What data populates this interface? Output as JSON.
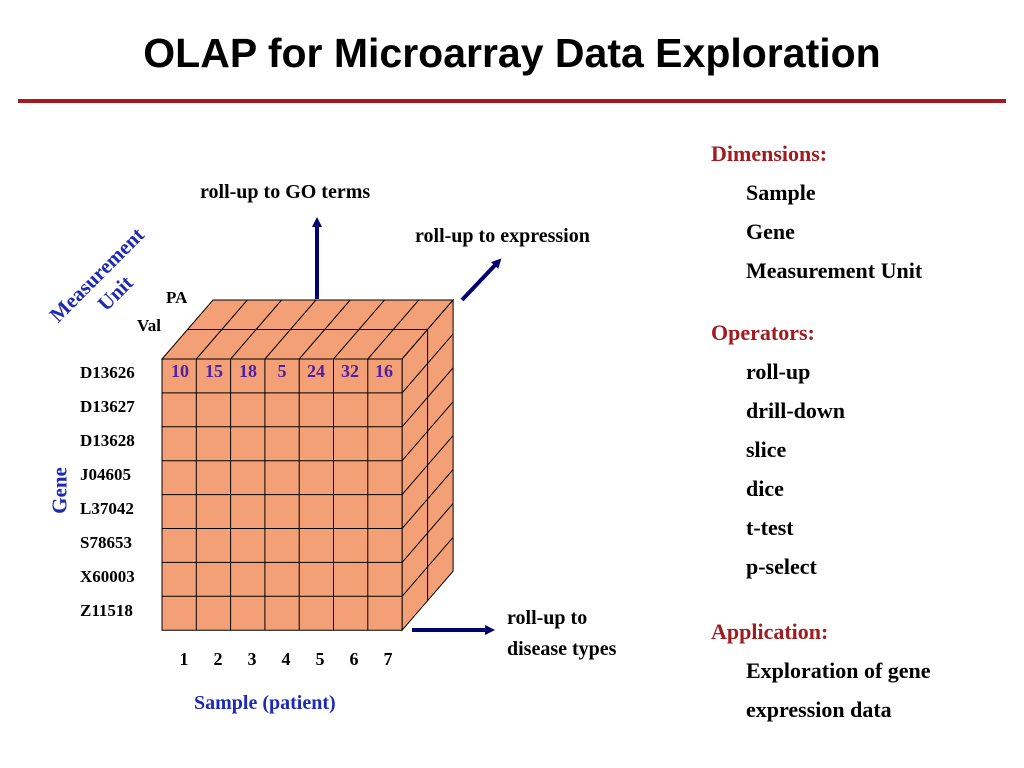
{
  "title": "OLAP for Microarray Data Exploration",
  "colors": {
    "accent": "#a01c20",
    "cube_fill": "#f4a077",
    "arrow": "#00006e",
    "value_text": "#5020a0",
    "axis_label": "#1f2ab4"
  },
  "cube": {
    "top_labels": {
      "pa": "PA",
      "val": "Val"
    },
    "genes": [
      "D13626",
      "D13627",
      "D13628",
      "J04605",
      "L37042",
      "S78653",
      "X60003",
      "Z11518"
    ],
    "samples": [
      "1",
      "2",
      "3",
      "4",
      "5",
      "6",
      "7"
    ],
    "first_row_values": [
      "10",
      "15",
      "18",
      "5",
      "24",
      "32",
      "16"
    ],
    "axis_gene": "Gene",
    "axis_sample": "Sample (patient)",
    "axis_measurement_line1": "Measurement",
    "axis_measurement_line2": "Unit"
  },
  "arrows": {
    "go_terms": "roll-up to GO terms",
    "expression": "roll-up to expression",
    "disease_line1": "roll-up to",
    "disease_line2": "disease types"
  },
  "sidebar": {
    "dimensions_heading": "Dimensions:",
    "dimensions": [
      "Sample",
      "Gene",
      "Measurement Unit"
    ],
    "operators_heading": "Operators:",
    "operators": [
      "roll-up",
      "drill-down",
      "slice",
      "dice",
      "t-test",
      "p-select"
    ],
    "application_heading": "Application:",
    "application": [
      "Exploration of gene",
      "expression data"
    ]
  }
}
